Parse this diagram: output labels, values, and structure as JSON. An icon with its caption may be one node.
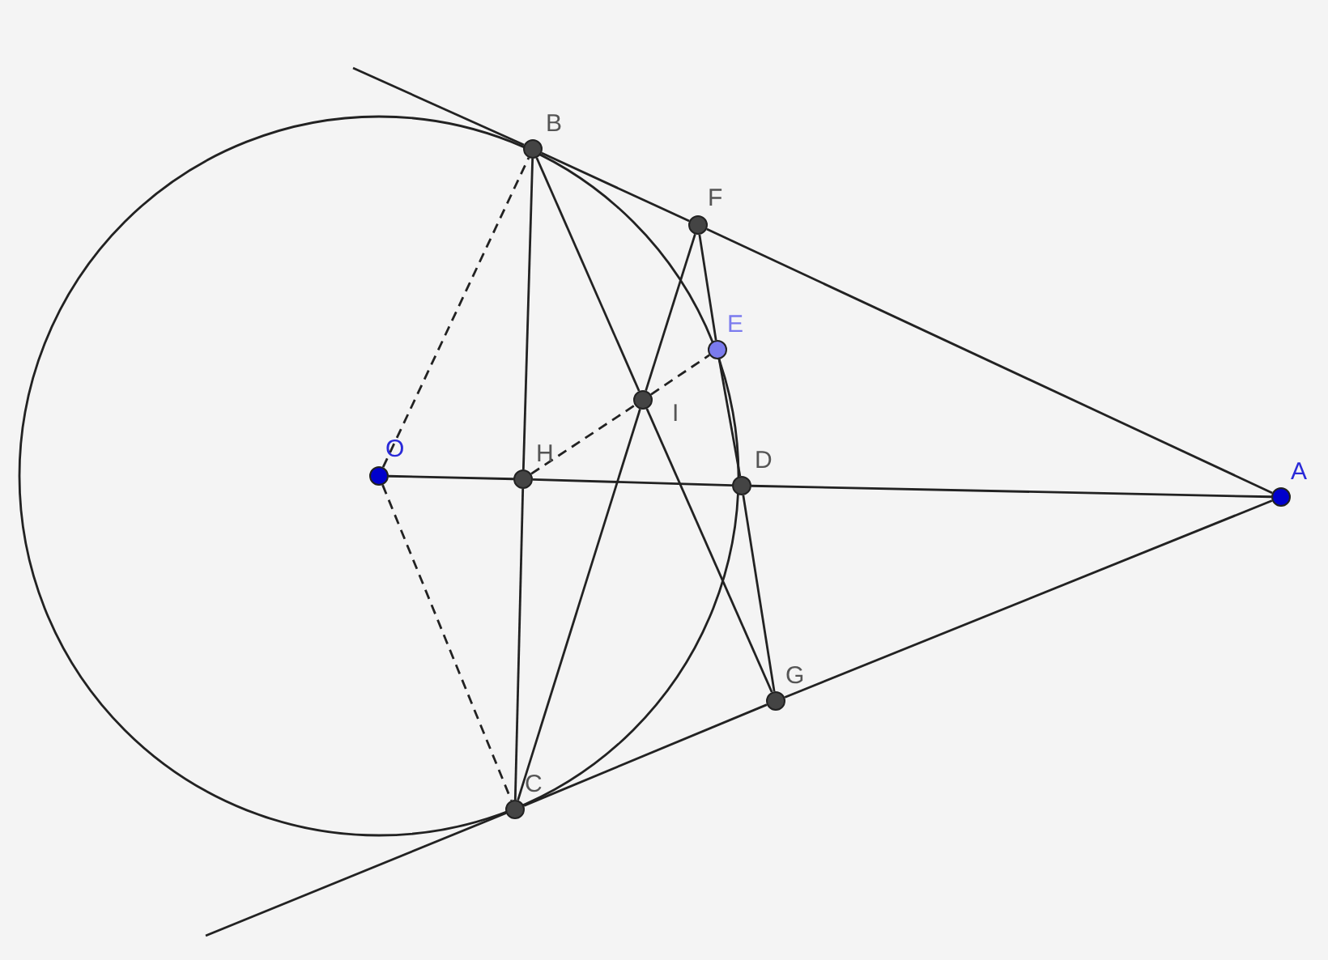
{
  "diagram": {
    "nodes": [
      {
        "text": [
          "B"
        ]
      },
      {
        "text": [
          "F"
        ]
      },
      {
        "text": [
          "E"
        ]
      },
      {
        "text": [
          "I"
        ]
      },
      {
        "text": [
          "O"
        ]
      },
      {
        "text": [
          "H"
        ]
      },
      {
        "text": [
          "D"
        ]
      },
      {
        "text": [
          "A"
        ]
      },
      {
        "text": [
          "G"
        ]
      },
      {
        "text": [
          "C"
        ]
      }
    ],
    "edges": [
      {
        "from": 4,
        "to": 0,
        "arrow": "none",
        "style": "dashed"
      },
      {
        "from": 4,
        "to": 9,
        "arrow": "none",
        "style": "dashed"
      },
      {
        "from": 4,
        "to": 5,
        "arrow": "none"
      },
      {
        "from": 5,
        "to": 6,
        "arrow": "none"
      },
      {
        "from": 6,
        "to": 7,
        "arrow": "none"
      },
      {
        "from": 0,
        "to": 5,
        "arrow": "none"
      },
      {
        "from": 5,
        "to": 9,
        "arrow": "none"
      },
      {
        "from": null,
        "to": 0,
        "arrow": "none"
      },
      {
        "from": 0,
        "to": 1,
        "arrow": "none"
      },
      {
        "from": 1,
        "to": 7,
        "arrow": "none"
      },
      {
        "from": null,
        "to": 9,
        "arrow": "none"
      },
      {
        "from": 9,
        "to": 8,
        "arrow": "none"
      },
      {
        "from": 8,
        "to": 7,
        "arrow": "none"
      },
      {
        "from": 0,
        "to": 3,
        "arrow": "none"
      },
      {
        "from": 3,
        "to": 8,
        "arrow": "none"
      },
      {
        "from": 9,
        "to": 3,
        "arrow": "none"
      },
      {
        "from": 3,
        "to": 1,
        "arrow": "none"
      },
      {
        "from": 1,
        "to": 2,
        "arrow": "none"
      },
      {
        "from": 2,
        "to": 6,
        "arrow": "none"
      },
      {
        "from": 6,
        "to": 8,
        "arrow": "none"
      },
      {
        "from": 5,
        "to": 3,
        "arrow": "none",
        "style": "dashed"
      },
      {
        "from": 3,
        "to": 2,
        "arrow": "none",
        "style": "dashed"
      }
    ]
  }
}
